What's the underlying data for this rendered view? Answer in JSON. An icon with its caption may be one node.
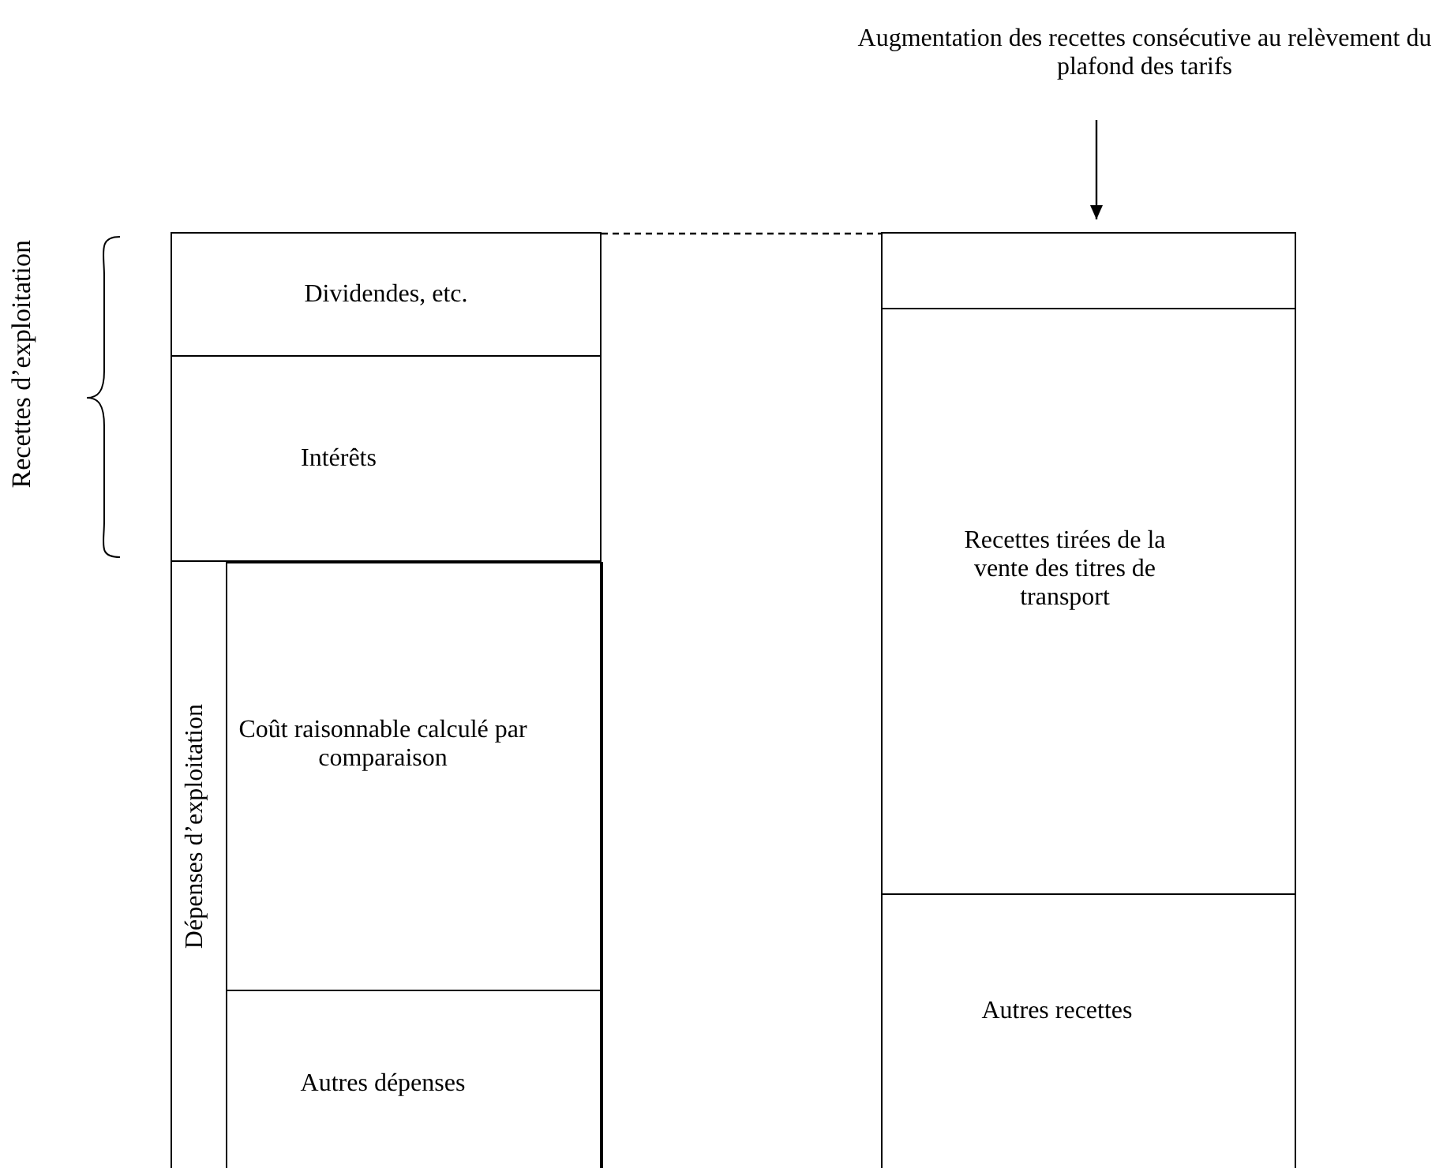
{
  "diagram": {
    "nodes": [
      {
        "text": [
          "Augmentation des recettes consécutive au relèvement du plafond des tarifs"
        ]
      },
      {
        "text": [
          "Dividendes, etc."
        ]
      },
      {
        "text": [
          "Intérêts"
        ]
      },
      {
        "text": [
          "Dépenses d’exploitation"
        ]
      },
      {
        "text": [
          "Coût raisonnable calculé par comparaison"
        ],
        "in": 3
      },
      {
        "text": [
          "Autres dépenses"
        ],
        "in": 3
      },
      {
        "text": [],
        "shape": "box"
      },
      {
        "text": [
          "Recettes tirées de la vente des titres de transport"
        ]
      },
      {
        "text": [
          "Autres recettes"
        ]
      }
    ],
    "edges": [
      {
        "from": 0,
        "to": 6,
        "arrow": "to"
      },
      {
        "from": 1,
        "to": 6,
        "arrow": "none",
        "style": "dashed"
      }
    ],
    "labels": [
      "Recettes d’exploitation"
    ]
  }
}
